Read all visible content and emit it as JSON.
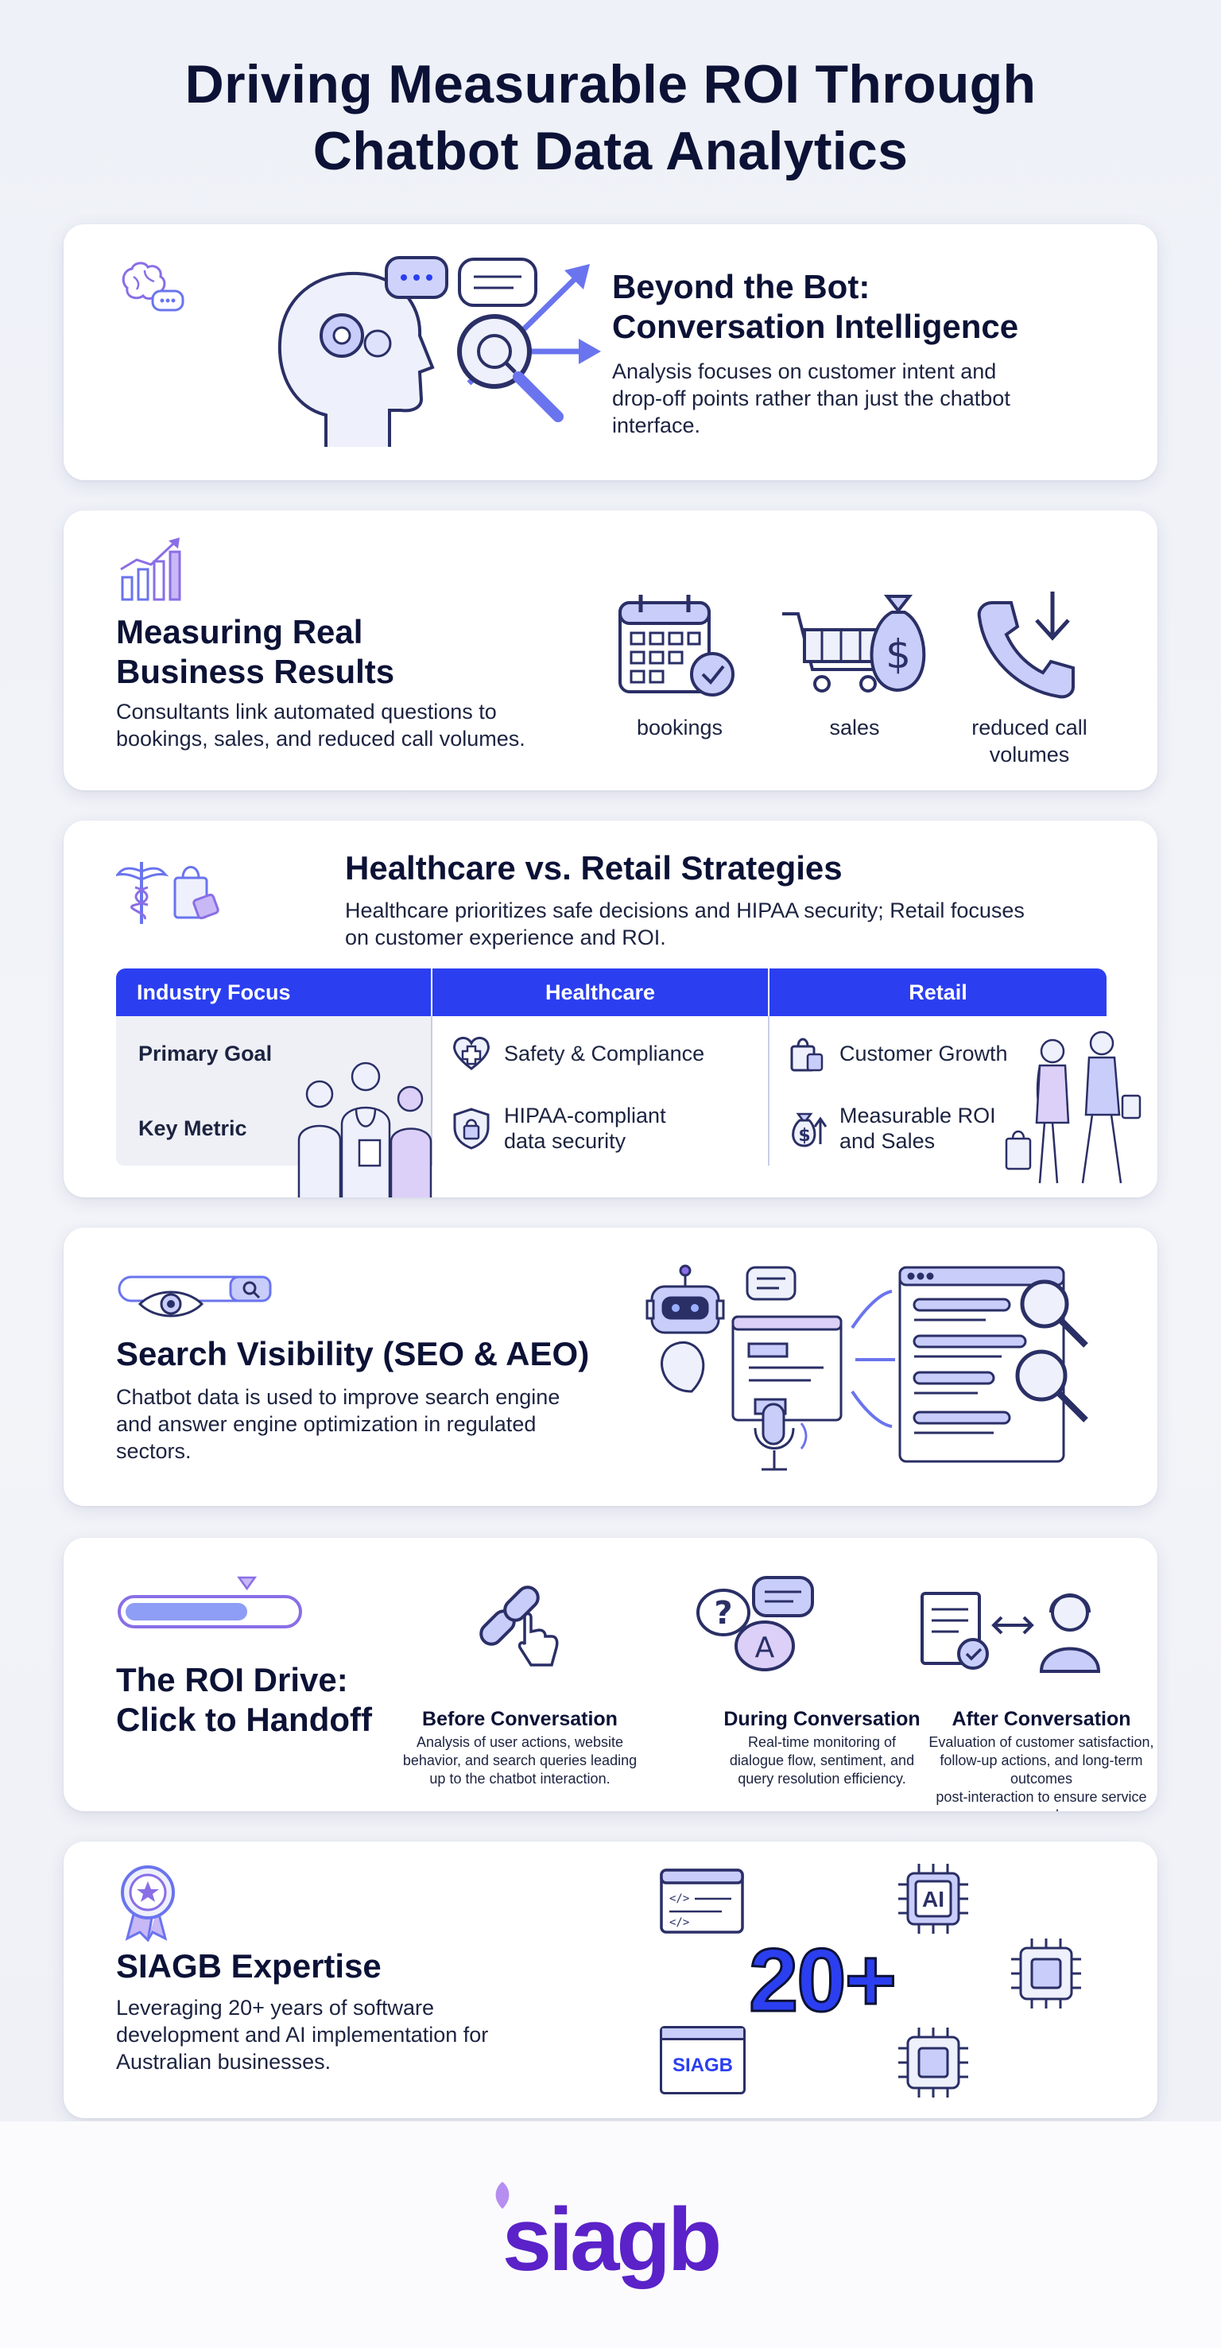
{
  "title": {
    "line1": "Driving Measurable ROI Through",
    "line2": "Chatbot Data Analytics"
  },
  "colors": {
    "accent": "#2b3ff0",
    "accent_light": "#7b82f0",
    "purple": "#9a6ee6",
    "dark": "#0c1236"
  },
  "card1": {
    "icon": "brain-chat-icon",
    "heading_line1": "Beyond the Bot:",
    "heading_line2": "Conversation Intelligence",
    "text_line1": "Analysis focuses on customer intent and",
    "text_line2": "drop-off points rather than just the chatbot",
    "text_line3": "interface."
  },
  "card2": {
    "icon": "growth-chart-icon",
    "heading_line1": "Measuring Real",
    "heading_line2": "Business Results",
    "text_line1": "Consultants link automated questions to",
    "text_line2": "bookings, sales, and reduced call volumes.",
    "items": [
      {
        "label": "bookings",
        "icon": "calendar-check-icon"
      },
      {
        "label": "sales",
        "icon": "cart-money-bag-icon"
      },
      {
        "label_line1": "reduced call",
        "label_line2": "volumes",
        "icon": "phone-down-arrow-icon"
      }
    ]
  },
  "card3": {
    "heading": "Healthcare vs. Retail Strategies",
    "text_line1": "Healthcare prioritizes safe decisions and HIPAA security; Retail focuses",
    "text_line2": "on customer experience and ROI.",
    "table": {
      "headers": [
        "Industry Focus",
        "Healthcare",
        "Retail"
      ],
      "rows": [
        {
          "label": "Primary Goal",
          "healthcare": "Safety & Compliance",
          "retail": "Customer Growth"
        },
        {
          "label": "Key Metric",
          "healthcare_line1": "HIPAA-compliant",
          "healthcare_line2": "data security",
          "retail_line1": "Measurable ROI",
          "retail_line2": "and Sales"
        }
      ]
    }
  },
  "card4": {
    "heading": "Search Visibility (SEO & AEO)",
    "text_line1": "Chatbot data is used to improve search engine",
    "text_line2": "and answer engine optimization in regulated",
    "text_line3": "sectors."
  },
  "card5": {
    "heading_line1": "The ROI Drive:",
    "heading_line2": "Click to Handoff",
    "progress_fraction": 0.72,
    "steps": [
      {
        "title": "Before Conversation",
        "lines": [
          "Analysis of user actions, website",
          "behavior, and search queries leading",
          "up to the chatbot interaction."
        ]
      },
      {
        "title": "During Conversation",
        "lines": [
          "Real-time monitoring of",
          "dialogue flow, sentiment, and",
          "query resolution efficiency."
        ]
      },
      {
        "title": "After Conversation",
        "lines": [
          "Evaluation of customer satisfaction,",
          "follow-up actions, and long-term outcomes",
          "post-interaction to ensure service speed."
        ]
      }
    ]
  },
  "card6": {
    "heading": "SIAGB Expertise",
    "text_line1": "Leveraging 20+ years of software",
    "text_line2": "development and AI implementation for",
    "text_line3": "Australian businesses.",
    "big_number": "20+",
    "chip_label": "AI",
    "window_label": "SIAGB"
  },
  "footer": {
    "logo_text": "siagb"
  }
}
